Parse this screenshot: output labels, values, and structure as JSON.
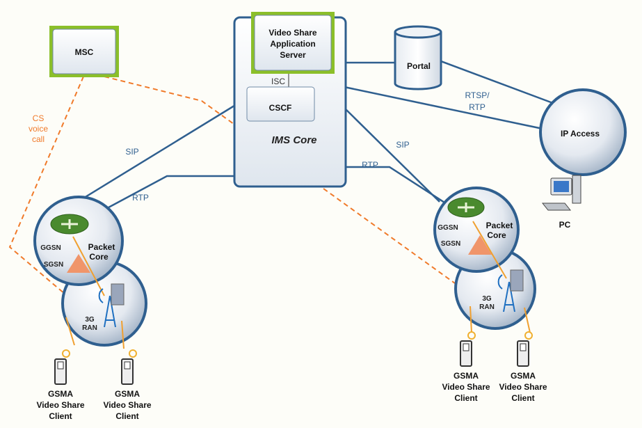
{
  "nodes": {
    "msc": "MSC",
    "vsas": [
      "Video Share",
      "Application",
      "Server"
    ],
    "isc": "ISC",
    "cscf": "CSCF",
    "ims_core": "IMS Core",
    "portal": "Portal",
    "ip_access": "IP Access",
    "pc": "PC",
    "left_core": {
      "ggsn": "GGSN",
      "sgsn": "SGSN",
      "packet_core": [
        "Packet",
        "Core"
      ],
      "ran": [
        "3G",
        "RAN"
      ]
    },
    "right_core": {
      "ggsn": "GGSN",
      "sgsn": "SGSN",
      "packet_core": [
        "Packet",
        "Core"
      ],
      "ran": [
        "3G",
        "RAN"
      ]
    },
    "client": [
      "GSMA",
      "Video Share",
      "Client"
    ]
  },
  "links": {
    "sip": "SIP",
    "rtp": "RTP",
    "rtsp_rtp": [
      "RTSP/",
      "RTP"
    ],
    "cs_voice_call": [
      "CS",
      "voice",
      "call"
    ]
  },
  "colors": {
    "link": "#2f5f8f",
    "cs_call": "#f07a2a",
    "highlight": "#8bbf2a"
  }
}
